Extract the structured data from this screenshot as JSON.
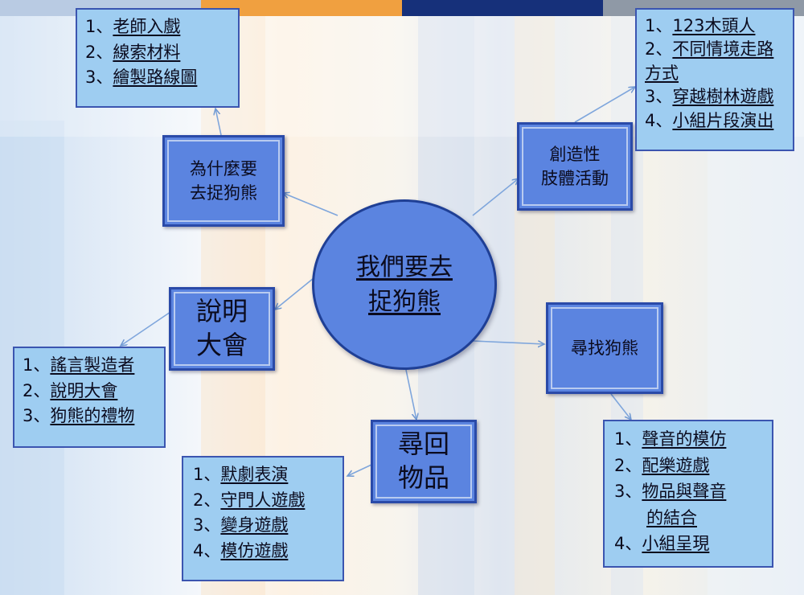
{
  "center": {
    "lines": [
      "我們要去",
      "捉狗熊"
    ]
  },
  "nodes": {
    "why": {
      "lines": [
        "為什麼要",
        "去捉狗熊"
      ]
    },
    "creative": {
      "lines": [
        "創造性",
        "肢體活動"
      ]
    },
    "explain": {
      "lines": [
        "說明",
        "大會"
      ]
    },
    "find_bear": {
      "lines": [
        "尋找狗熊"
      ]
    },
    "retrieve": {
      "lines": [
        "尋回",
        "物品"
      ]
    }
  },
  "lists": {
    "why": [
      "1、",
      "老師入戲",
      "2、",
      "線索材料",
      "3、",
      "繪製路線圖"
    ],
    "creative": [
      "1、",
      "123木頭人",
      "2、",
      "不同情境走路方式",
      "3、",
      "穿越樹林遊戲",
      "4、",
      "小組片段演出"
    ],
    "explain": [
      "1、",
      "謠言製造者",
      "2、",
      "說明大會",
      "3、",
      "狗熊的禮物"
    ],
    "retrieve": [
      "1、",
      "默劇表演",
      "2、",
      "守門人遊戲",
      "3、",
      "變身遊戲",
      "4、",
      "模仿遊戲"
    ],
    "find_bear": [
      "1、",
      "聲音的模仿",
      "2、",
      "配樂遊戲",
      "3、",
      "物品與聲音",
      "",
      "的結合",
      "4、",
      "小組呈現"
    ]
  },
  "colors": {
    "node_fill": "#5b84e0",
    "node_border": "#2a4aa8",
    "list_fill": "#9ecdf1",
    "arrow": "#7fa6dc"
  }
}
